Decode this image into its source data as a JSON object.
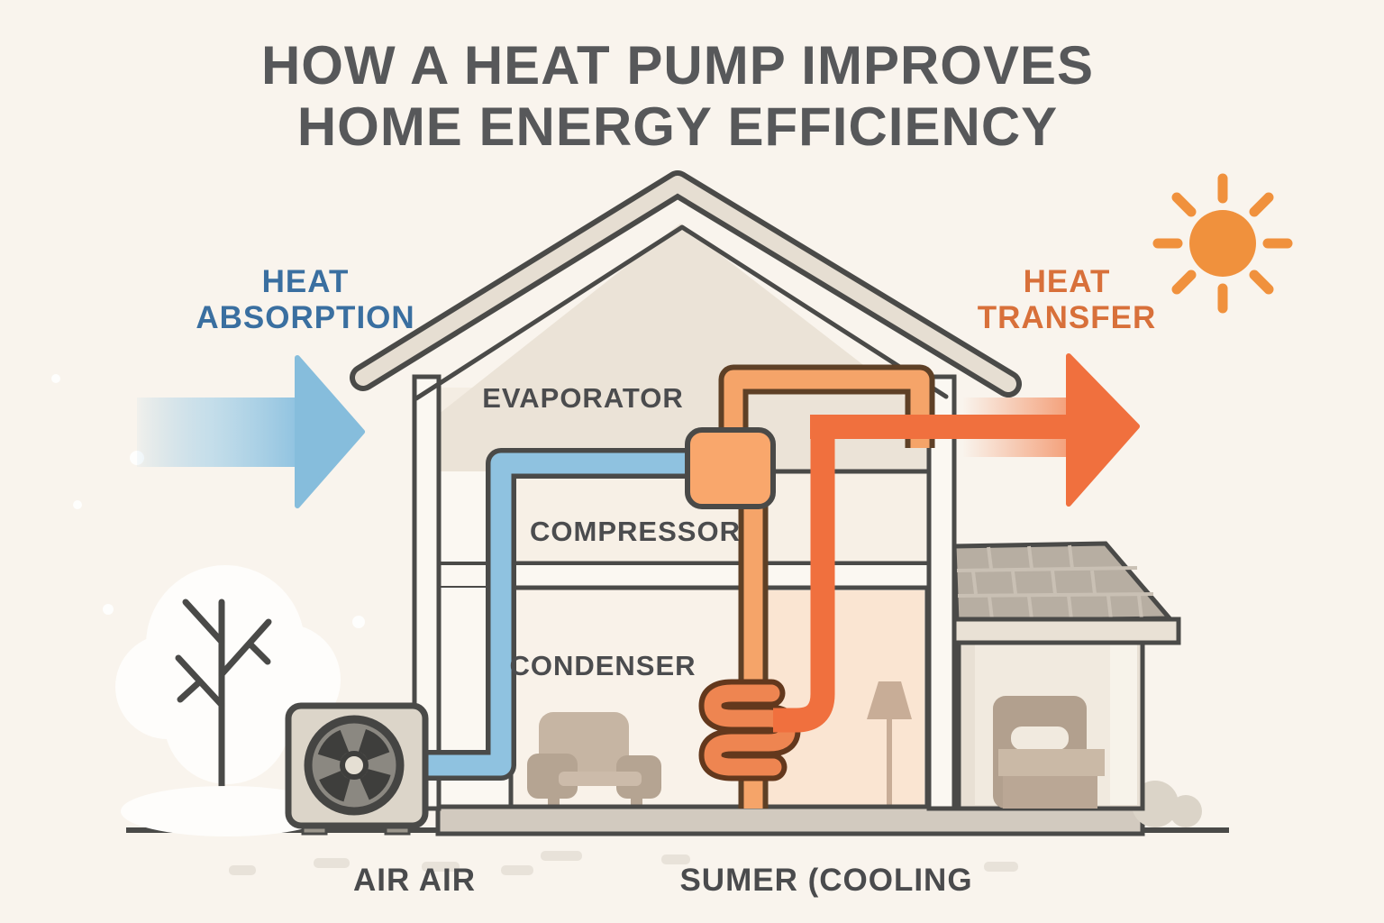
{
  "title": {
    "line1": "HOW A HEAT PUMP IMPROVES",
    "line2": "HOME ENERGY EFFICIENCY"
  },
  "flow_labels": {
    "heat_absorption": {
      "line1": "HEAT",
      "line2": "ABSORPTION"
    },
    "heat_transfer": {
      "line1": "HEAT",
      "line2": "TRANSFER"
    }
  },
  "component_labels": {
    "evaporator": "EVAPORATOR",
    "compressor": "COMPRESSOR",
    "condenser": "CONDENSER"
  },
  "bottom_labels": {
    "left": "AIR AIR",
    "right": "SUMER (COOLING"
  },
  "icons": {
    "sun": "sun-icon",
    "fan": "fan-icon",
    "tree": "bare-tree-icon",
    "blue_arrow": "heat-absorption-arrow-icon",
    "orange_arrow": "heat-transfer-arrow-icon",
    "coil": "condenser-coil-icon",
    "sofa": "sofa-icon",
    "lamp": "floor-lamp-icon",
    "bed": "bed-icon"
  },
  "colors": {
    "background": "#f9f4ed",
    "title_text": "#57585a",
    "label_text": "#4b4c4e",
    "heat_absorption_text": "#3a6fa0",
    "heat_transfer_text": "#d8703a",
    "outline": "#4a4a48",
    "roof_fill": "#e6ded2",
    "blue_pipe": "#8fc2e0",
    "orange_pipe": "#f5a469",
    "orange_pipe_outline": "#5e4026",
    "compressor_box": "#f9a76c",
    "heat_duct": "#f0703e",
    "coil": "#ee8551",
    "sun": "#f0913d",
    "warm_room": "#fae5d2",
    "floor": "#d2cabf"
  }
}
